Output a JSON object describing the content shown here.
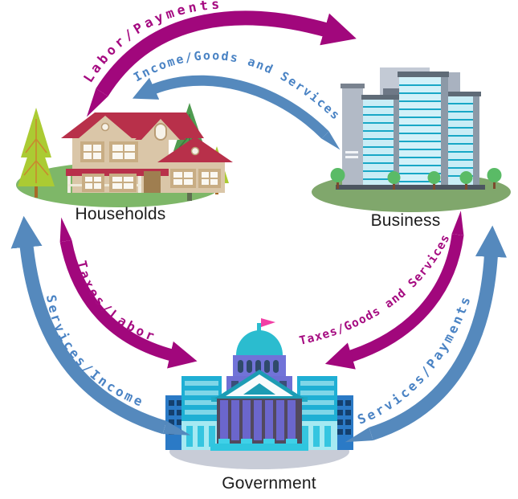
{
  "diagram": {
    "nodes": {
      "households": {
        "label": "Households"
      },
      "business": {
        "label": "Business"
      },
      "government": {
        "label": "Government"
      }
    },
    "flows": [
      {
        "label": "Labor/Payments",
        "from": "Households",
        "to": "Business",
        "color": "#A1077C"
      },
      {
        "label": "Income/Goods and Services",
        "from": "Business",
        "to": "Households",
        "color": "#4A83C4"
      },
      {
        "label": "Taxes/Labor",
        "from": "Households",
        "to": "Government",
        "color": "#A1077C"
      },
      {
        "label": "Services/Income",
        "from": "Government",
        "to": "Households",
        "color": "#4A83C4"
      },
      {
        "label": "Taxes/Goods and Services",
        "from": "Business",
        "to": "Government",
        "color": "#A1077C"
      },
      {
        "label": "Services/Payments",
        "from": "Government",
        "to": "Business",
        "color": "#4A83C4"
      }
    ],
    "palette": {
      "arrow_magenta": "#A1077C",
      "arrow_blue": "#5589BD",
      "text_magenta": "#A50A80",
      "text_blue": "#4A83C4"
    }
  }
}
